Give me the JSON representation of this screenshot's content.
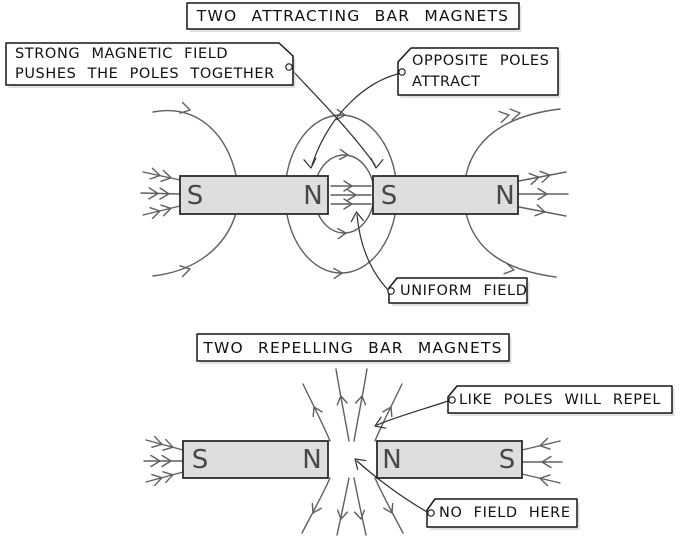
{
  "top": {
    "title": "TWO ATTRACTING BAR MAGNETS",
    "labels": {
      "strong_line1": "STRONG MAGNETIC FIELD",
      "strong_line2": "PUSHES THE POLES TOGETHER",
      "opposite_line1": "OPPOSITE POLES",
      "opposite_line2": "ATTRACT",
      "uniform": "UNIFORM FIELD"
    },
    "magnet_left": {
      "left_pole": "S",
      "right_pole": "N"
    },
    "magnet_right": {
      "left_pole": "S",
      "right_pole": "N"
    }
  },
  "bottom": {
    "title": "TWO REPELLING BAR MAGNETS",
    "labels": {
      "like": "LIKE POLES WILL REPEL",
      "no_field": "NO FIELD HERE"
    },
    "magnet_left": {
      "left_pole": "S",
      "right_pole": "N"
    },
    "magnet_right": {
      "left_pole": "N",
      "right_pole": "S"
    }
  },
  "colors": {
    "background": "#ffffff",
    "field_line": "#5f5f5f",
    "leader_line": "#2e2e2e",
    "magnet_fill": "#dedede",
    "magnet_border": "#2b2b2b",
    "box_border": "#161616",
    "box_shadow": "#c6c6c6",
    "pole_letter": "#474747"
  }
}
